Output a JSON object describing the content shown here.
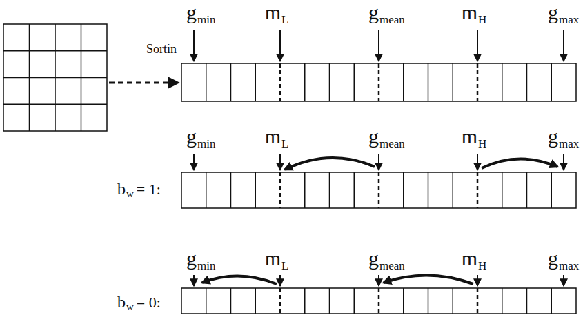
{
  "diagram": {
    "labels": [
      "g",
      "min",
      "m",
      "L",
      "g",
      "mean",
      "m",
      "H",
      "g",
      "max",
      "Sortin",
      "g",
      "min",
      "m",
      "L",
      "g",
      "mean",
      "m",
      "H",
      "g",
      "max",
      "b",
      "w",
      "= 1:",
      "g",
      "min",
      "m",
      "L",
      "g",
      "mean",
      "m",
      "H",
      "g",
      "max",
      "b",
      "w",
      "= 0:"
    ]
  }
}
